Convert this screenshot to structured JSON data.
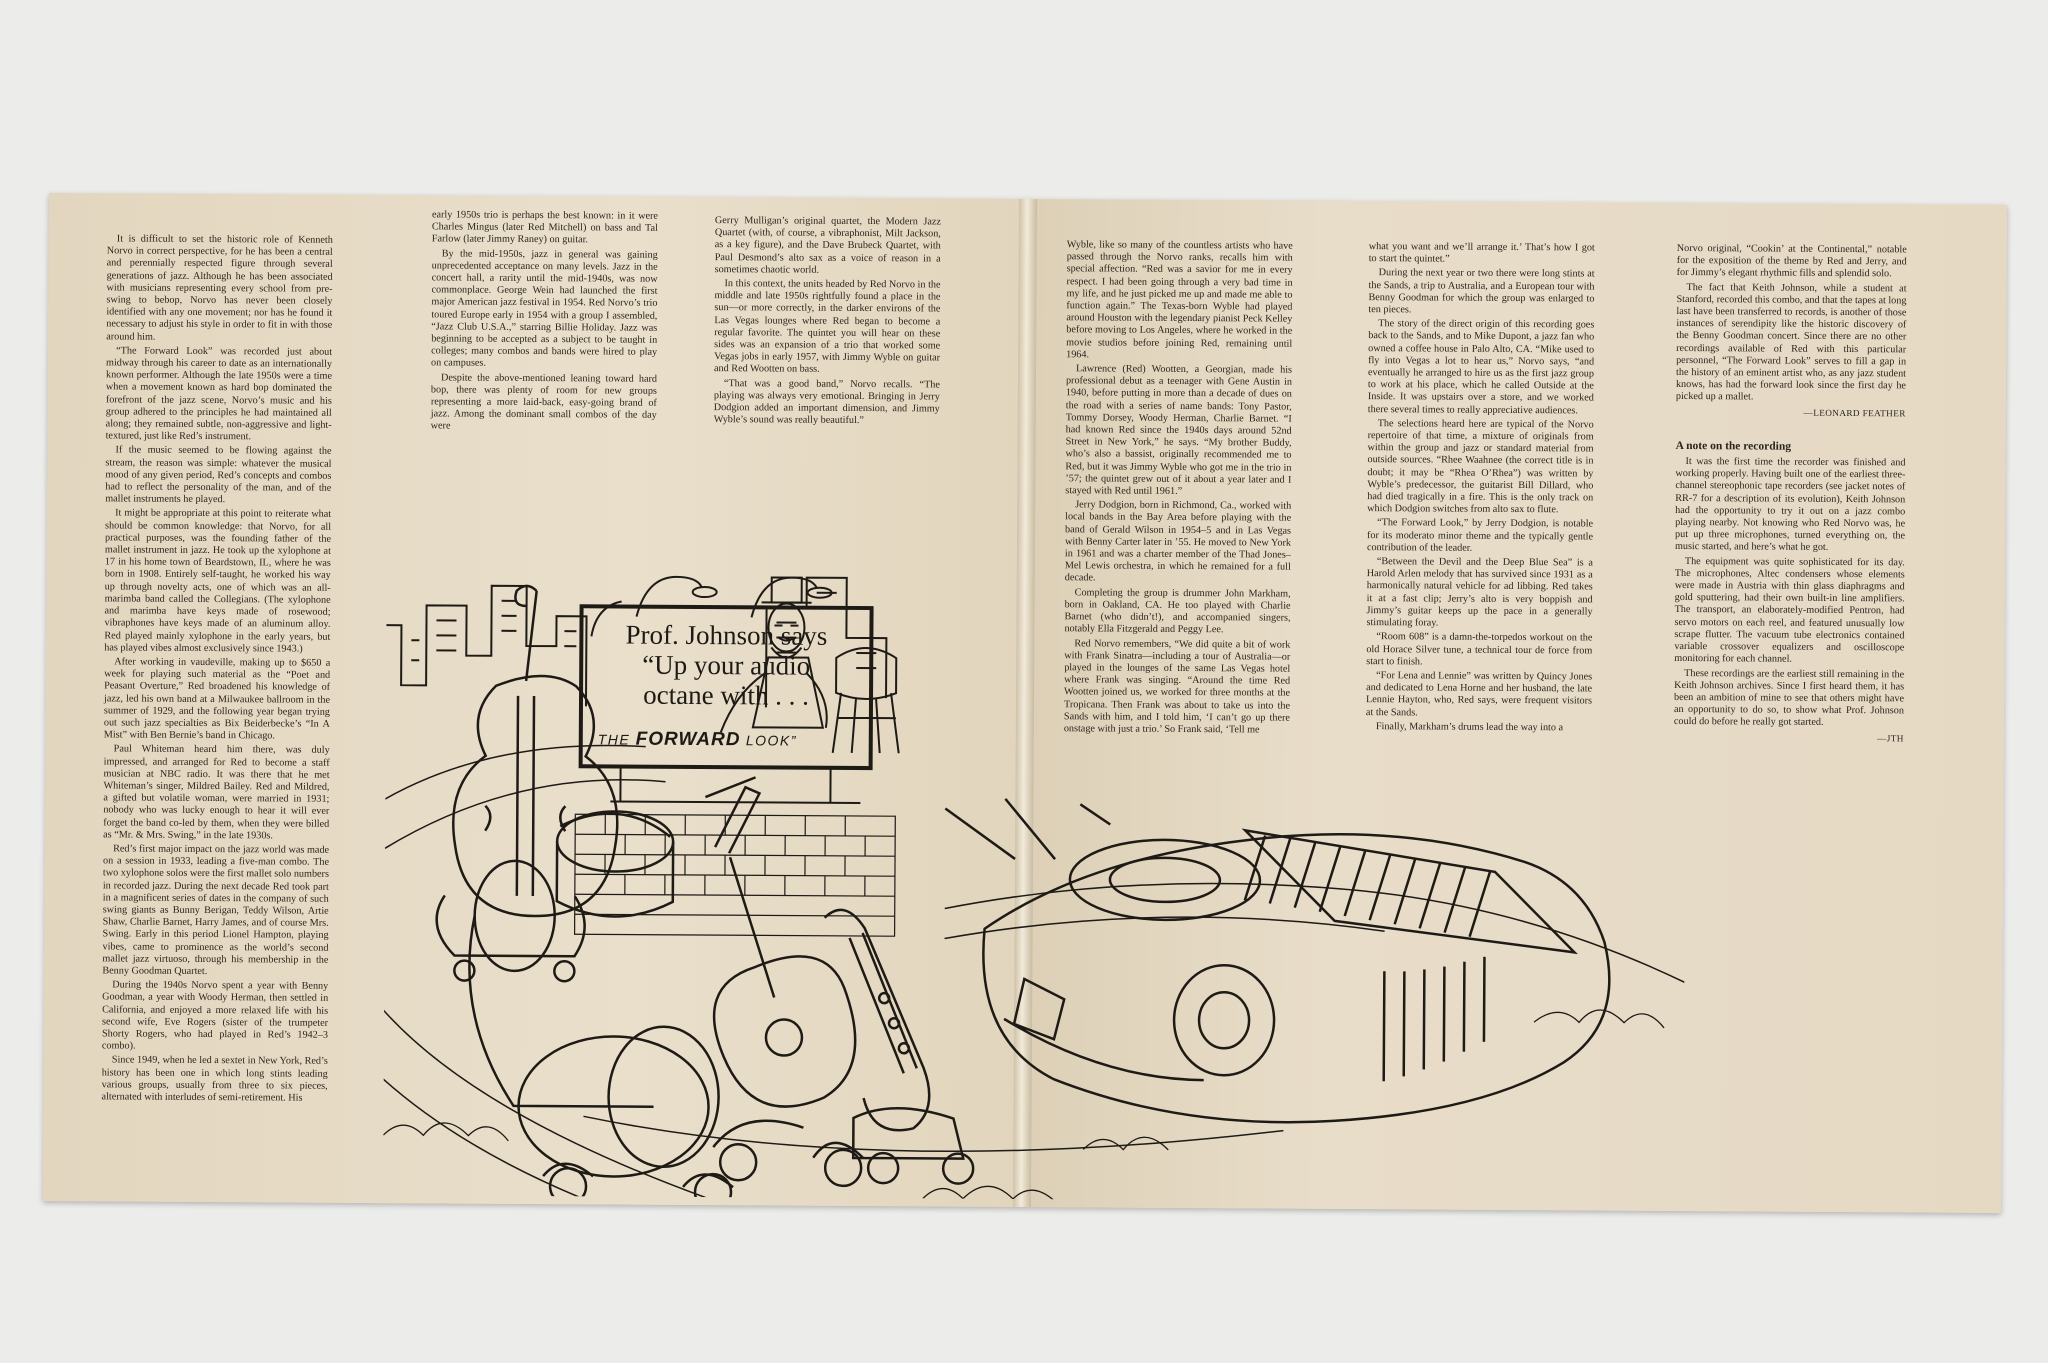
{
  "billboard": {
    "line1": "Prof. Johnson says",
    "line2": "“Up your audio",
    "line3": "octane with . . .",
    "logo_the": "THE ",
    "logo_forward": "FORWARD",
    "logo_look": " LOOK”"
  },
  "left_col1": [
    "It is difficult to set the historic role of Kenneth Norvo in correct perspective, for he has been a central and perennially respected figure through several generations of jazz. Although he has been associated with musicians representing every school from pre-swing to bebop, Norvo has never been closely identified with any one movement; nor has he found it necessary to adjust his style in order to fit in with those around him.",
    "“The Forward Look” was recorded just about midway through his career to date as an internationally known performer. Although the late 1950s were a time when a movement known as hard bop dominated the forefront of the jazz scene, Norvo’s music and his group adhered to the principles he had maintained all along; they remained subtle, non-aggressive and light-textured, just like Red’s instrument.",
    "If the music seemed to be flowing against the stream, the reason was simple: whatever the musical mood of any given period, Red’s concepts and combos had to reflect the personality of the man, and of the mallet instruments he played.",
    "It might be appropriate at this point to reiterate what should be common knowledge: that Norvo, for all practical purposes, was the founding father of the mallet instrument in jazz. He took up the xylophone at 17 in his home town of Beardstown, IL, where he was born in 1908. Entirely self-taught, he worked his way up through novelty acts, one of which was an all-marimba band called the Collegians. (The xylophone and marimba have keys made of rosewood; vibraphones have keys made of an aluminum alloy. Red played mainly xylophone in the early years, but has played vibes almost exclusively since 1943.)",
    "After working in vaudeville, making up to $650 a week for playing such material as the “Poet and Peasant Overture,” Red broadened his knowledge of jazz, led his own band at a Milwaukee ballroom in the summer of 1929, and the following year began trying out such jazz specialties as Bix Beiderbecke’s “In A Mist” with Ben Bernie’s band in Chicago.",
    "Paul Whiteman heard him there, was duly impressed, and arranged for Red to become a staff musician at NBC radio. It was there that he met Whiteman’s singer, Mildred Bailey. Red and Mildred, a gifted but volatile woman, were married in 1931; nobody who was lucky enough to hear it will ever forget the band co-led by them, when they were billed as “Mr. & Mrs. Swing,” in the late 1930s.",
    "Red’s first major impact on the jazz world was made on a session in 1933, leading a five-man combo. The two xylophone solos were the first mallet solo numbers in recorded jazz. During the next decade Red took part in a magnificent series of dates in the company of such swing giants as Bunny Berigan, Teddy Wilson, Artie Shaw, Charlie Barnet, Harry James, and of course Mrs. Swing. Early in this period Lionel Hampton, playing vibes, came to prominence as the world’s second mallet jazz virtuoso, through his membership in the Benny Goodman Quartet.",
    "During the 1940s Norvo spent a year with Benny Goodman, a year with Woody Herman, then settled in California, and enjoyed a more relaxed life with his second wife, Eve Rogers (sister of the trumpeter Shorty Rogers, who had played in Red’s 1942–3 combo).",
    "Since 1949, when he led a sextet in New York, Red’s history has been one in which long stints leading various groups, usually from three to six pieces, alternated with interludes of semi-retirement. His"
  ],
  "left_col2": [
    "early 1950s trio is perhaps the best known: in it were Charles Mingus (later Red Mitchell) on bass and Tal Farlow (later Jimmy Raney) on guitar.",
    "By the mid-1950s, jazz in general was gaining unprecedented acceptance on many levels. Jazz in the concert hall, a rarity until the mid-1940s, was now commonplace. George Wein had launched the first major American jazz festival in 1954. Red Norvo’s trio toured Europe early in 1954 with a group I assembled, “Jazz Club U.S.A.,” starring Billie Holiday. Jazz was beginning to be accepted as a subject to be taught in colleges; many combos and bands were hired to play on campuses.",
    "Despite the above-mentioned leaning toward hard bop, there was plenty of room for new groups representing a more laid-back, easy-going brand of jazz. Among the dominant small combos of the day were"
  ],
  "left_col3": [
    "Gerry Mulligan’s original quartet, the Modern Jazz Quartet (with, of course, a vibraphonist, Milt Jackson, as a key figure), and the Dave Brubeck Quartet, with Paul Desmond’s alto sax as a voice of reason in a sometimes chaotic world.",
    "In this context, the units headed by Red Norvo in the middle and late 1950s rightfully found a place in the sun—or more correctly, in the darker environs of the Las Vegas lounges where Red began to become a regular favorite. The quintet you will hear on these sides was an expansion of a trio that worked some Vegas jobs in early 1957, with Jimmy Wyble on guitar and Red Wootten on bass.",
    "“That was a good band,” Norvo recalls. “The playing was always very emotional. Bringing in Jerry Dodgion added an important dimension, and Jimmy Wyble’s sound was really beautiful.”"
  ],
  "right_col1": [
    "Wyble, like so many of the countless artists who have passed through the Norvo ranks, recalls him with special affection. “Red was a savior for me in every respect. I had been going through a very bad time in my life, and he just picked me up and made me able to function again.” The Texas-born Wyble had played around Houston with the legendary pianist Peck Kelley before moving to Los Angeles, where he worked in the movie studios before joining Red, remaining until 1964.",
    "Lawrence (Red) Wootten, a Georgian, made his professional debut as a teenager with Gene Austin in 1940, before putting in more than a decade of dues on the road with a series of name bands: Tony Pastor, Tommy Dorsey, Woody Herman, Charlie Barnet. “I had known Red since the 1940s days around 52nd Street in New York,” he says. “My brother Buddy, who’s also a bassist, originally recommended me to Red, but it was Jimmy Wyble who got me in the trio in ’57; the quintet grew out of it about a year later and I stayed with Red until 1961.”",
    "Jerry Dodgion, born in Richmond, Ca., worked with local bands in the Bay Area before playing with the band of Gerald Wilson in 1954–5 and in Las Vegas with Benny Carter later in ’55. He moved to New York in 1961 and was a charter member of the Thad Jones–Mel Lewis orchestra, in which he remained for a full decade.",
    "Completing the group is drummer John Markham, born in Oakland, CA. He too played with Charlie Barnet (who didn’t!), and accompanied singers, notably Ella Fitzgerald and Peggy Lee.",
    "Red Norvo remembers, “We did quite a bit of work with Frank Sinatra—including a tour of Australia—or played in the lounges of the same Las Vegas hotel where Frank was singing. “Around the time Red Wootten joined us, we worked for three months at the Tropicana. Then Frank was about to take us into the Sands with him, and I told him, ‘I can’t go up there onstage with just a trio.’ So Frank said, ‘Tell me"
  ],
  "right_col2": [
    "what you want and we’ll arrange it.’ That’s how I got to start the quintet.”",
    "During the next year or two there were long stints at the Sands, a trip to Australia, and a European tour with Benny Goodman for which the group was enlarged to ten pieces.",
    "The story of the direct origin of this recording goes back to the Sands, and to Mike Dupont, a jazz fan who owned a coffee house in Palo Alto, CA. “Mike used to fly into Vegas a lot to hear us,” Norvo says, “and eventually he arranged to hire us as the first jazz group to work at his place, which he called Outside at the Inside. It was upstairs over a store, and we worked there several times to really appreciative audiences.",
    "The selections heard here are typical of the Norvo repertoire of that time, a mixture of originals from within the group and jazz or standard material from outside sources. “Rhee Waahnee (the correct title is in doubt; it may be “Rhea O’Rhea”) was written by Wyble’s predecessor, the guitarist Bill Dillard, who had died tragically in a fire. This is the only track on which Dodgion switches from alto sax to flute.",
    "“The Forward Look,” by Jerry Dodgion, is notable for its moderato minor theme and the typically gentle contribution of the leader.",
    "“Between the Devil and the Deep Blue Sea” is a Harold Arlen melody that has survived since 1931 as a harmonically natural vehicle for ad libbing. Red takes it at a fast clip; Jerry’s alto is very boppish and Jimmy’s guitar keeps up the pace in a generally stimulating foray.",
    "“Room 608” is a damn-the-torpedos workout on the old Horace Silver tune, a technical tour de force from start to finish.",
    "“For Lena and Lennie” was written by Quincy Jones and dedicated to Lena Horne and her husband, the late Lennie Hayton, who, Red says, were frequent visitors at the Sands.",
    "Finally, Markham’s drums lead the way into a"
  ],
  "right_col3": [
    "Norvo original, “Cookin’ at the Continental,” notable for the exposition of the theme by Red and Jerry, and for Jimmy’s elegant rhythmic fills and splendid solo.",
    "The fact that Keith Johnson, while a student at Stanford, recorded this combo, and that the tapes at long last have been transferred to records, is another of those instances of serendipity like the historic discovery of the Benny Goodman concert. Since there are no other recordings available of Red with this particular personnel, “The Forward Look” serves to fill a gap in the history of an eminent artist who, as any jazz student knows, has had the forward look since the first day he picked up a mallet."
  ],
  "sig_feather": "—LEONARD FEATHER",
  "note_heading": "A note on the recording",
  "note_paras": [
    "It was the first time the recorder was finished and working properly. Having built one of the earliest three-channel stereophonic tape recorders (see jacket notes of RR-7 for a description of its evolution), Keith Johnson had the opportunity to try it out on a jazz combo playing nearby. Not knowing who Red Norvo was, he put up three microphones, turned everything on, the music started, and here’s what he got.",
    "The equipment was quite sophisticated for its day. The microphones, Altec condensers whose elements were made in Austria with thin glass diaphragms and gold sputtering, had their own built-in line amplifiers. The transport, an elaborately-modified Pentron, had servo motors on each reel, and featured unusually low scrape flutter. The vacuum tube electronics contained variable crossover equalizers and oscilloscope monitoring for each channel.",
    "These recordings are the earliest still remaining in the Keith Johnson archives. Since I first heard them, it has been an ambition of mine to see that others might have an opportunity to do so, to show what Prof. Johnson could do before he really got started."
  ],
  "sig_jth": "—JTH"
}
